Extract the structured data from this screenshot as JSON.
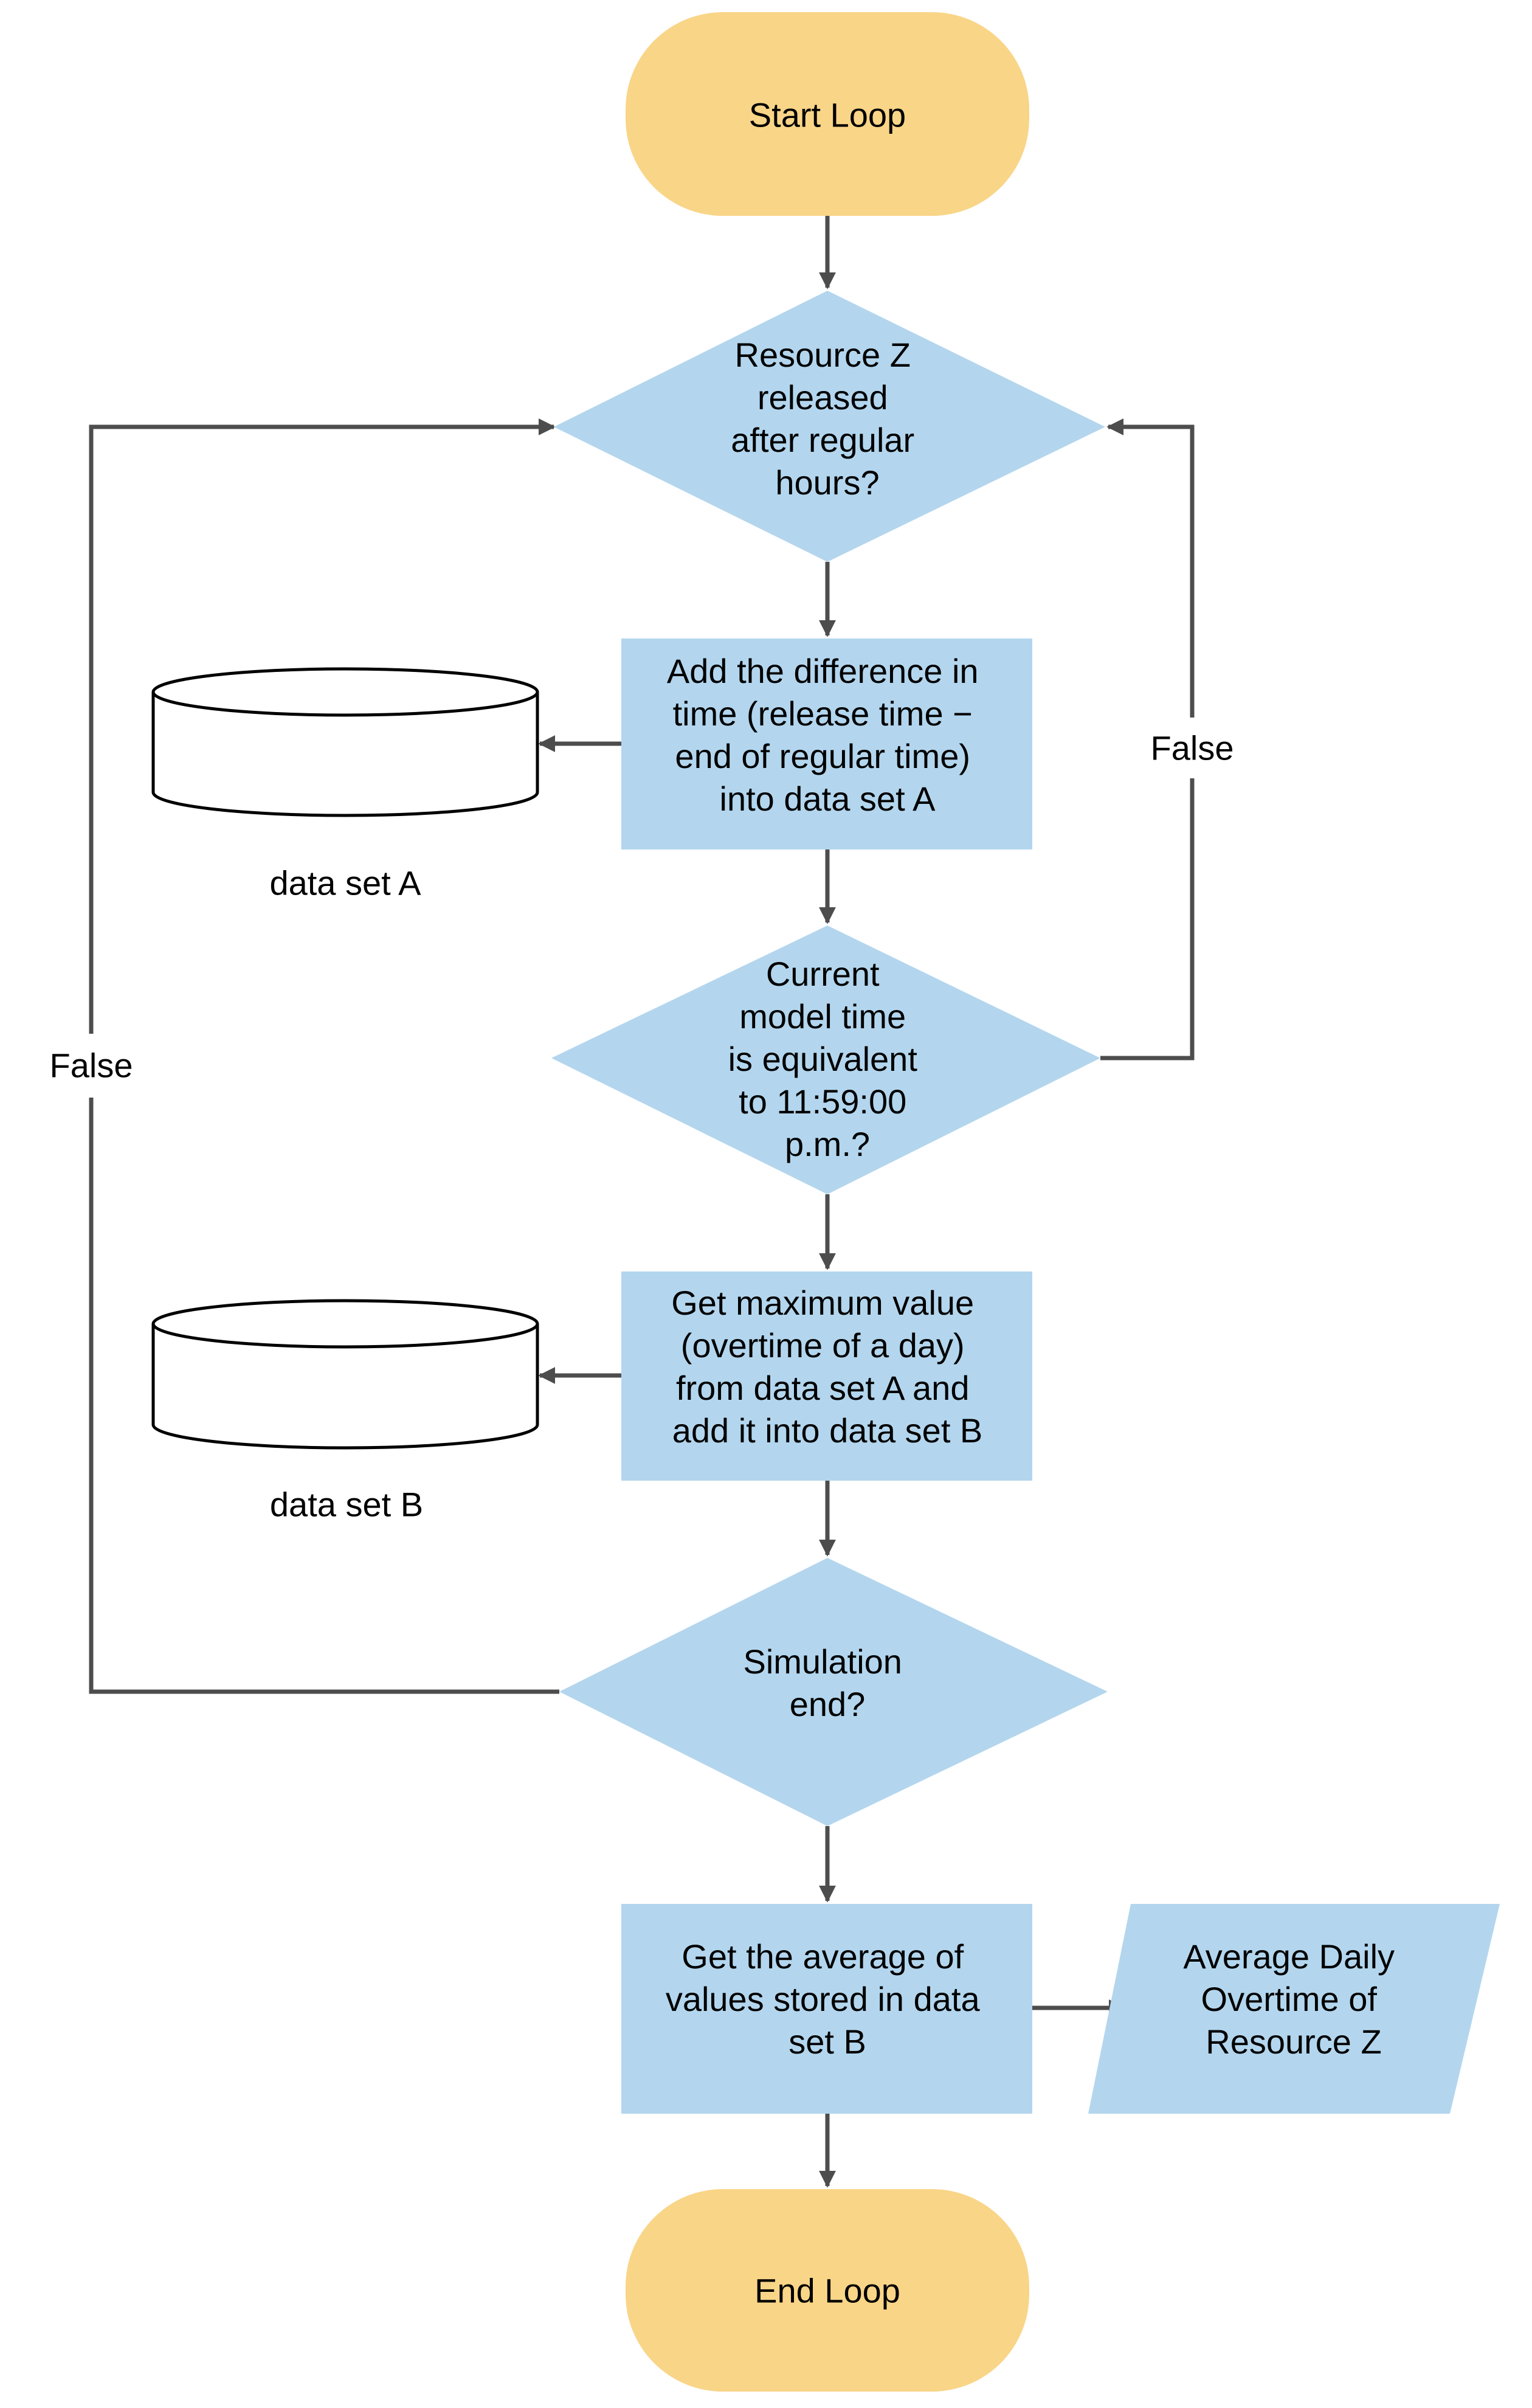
{
  "colors": {
    "terminal": "#f9d588",
    "process": "#b3d6ee",
    "datastore": "#ffffff",
    "edge": "#4d4d4d",
    "text": "#000000"
  },
  "nodes": {
    "start": {
      "lines": [
        "Start Loop"
      ]
    },
    "decision_released": {
      "lines": [
        "Resource Z",
        "released",
        "after regular",
        "hours?"
      ]
    },
    "process_add_difference": {
      "lines": [
        "Add the difference in",
        "time (release time −",
        "end of regular time)",
        "into data set A"
      ]
    },
    "datastore_a": {
      "label": "data set A"
    },
    "decision_time": {
      "lines": [
        "Current",
        "model time",
        "is equivalent",
        "to 11:59:00",
        "p.m.?"
      ]
    },
    "process_get_max": {
      "lines": [
        "Get maximum value",
        "(overtime of a day)",
        "from data set A  and",
        "add it into data set B"
      ]
    },
    "datastore_b": {
      "label": "data set B"
    },
    "decision_sim_end": {
      "lines": [
        "Simulation",
        "end?"
      ]
    },
    "process_average": {
      "lines": [
        "Get the average of",
        "values stored in data",
        "set B"
      ]
    },
    "output_avg": {
      "lines": [
        "Average Daily",
        "Overtime of",
        "Resource Z"
      ]
    },
    "end": {
      "lines": [
        "End Loop"
      ]
    }
  },
  "edge_labels": {
    "false_right": "False",
    "false_left": "False"
  }
}
